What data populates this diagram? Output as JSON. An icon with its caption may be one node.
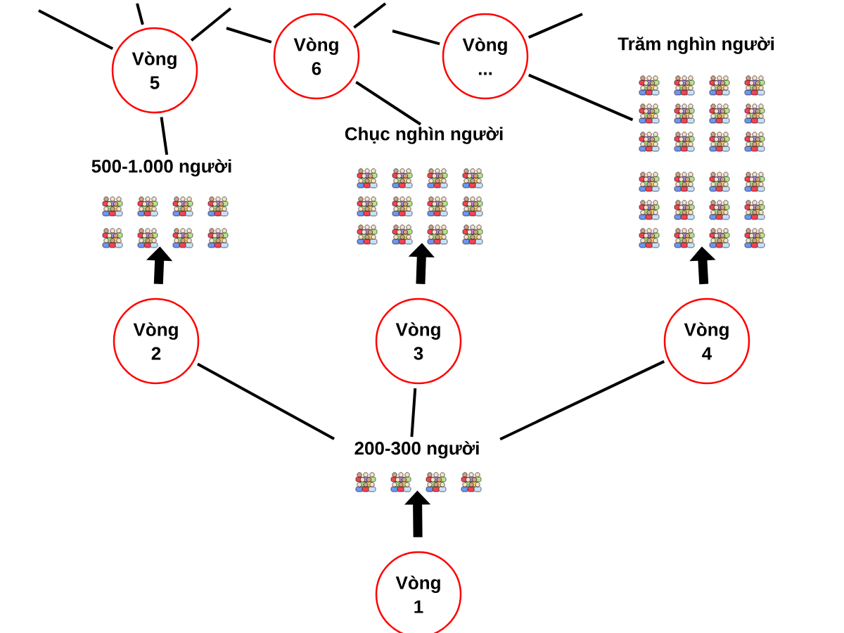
{
  "diagram": {
    "nodes": [
      {
        "text": [
          "Vòng 5"
        ]
      },
      {
        "text": [
          "Vòng 6"
        ]
      },
      {
        "text": [
          "Vòng ..."
        ]
      },
      {
        "text": [
          "500-1.000 người"
        ]
      },
      {
        "text": [
          "Chục nghìn người"
        ]
      },
      {
        "text": [
          "Trăm nghìn người"
        ]
      },
      {
        "text": [
          "Vòng 2"
        ]
      },
      {
        "text": [
          "Vòng 3"
        ]
      },
      {
        "text": [
          "Vòng 4"
        ]
      },
      {
        "text": [
          "200-300 người"
        ]
      },
      {
        "text": [
          "Vòng 1"
        ]
      }
    ],
    "edges": [
      {
        "from": null,
        "to": 0,
        "arrow": "none"
      },
      {
        "from": null,
        "to": 0,
        "arrow": "none"
      },
      {
        "from": null,
        "to": 0,
        "arrow": "none"
      },
      {
        "from": null,
        "to": 1,
        "arrow": "none"
      },
      {
        "from": null,
        "to": 1,
        "arrow": "none"
      },
      {
        "from": null,
        "to": 2,
        "arrow": "none"
      },
      {
        "from": null,
        "to": 2,
        "arrow": "none"
      },
      {
        "from": 3,
        "to": 0,
        "arrow": "none"
      },
      {
        "from": 4,
        "to": 1,
        "arrow": "none"
      },
      {
        "from": 5,
        "to": 2,
        "arrow": "none"
      },
      {
        "from": 10,
        "to": 9,
        "arrow": "to",
        "style": "thick"
      },
      {
        "from": 9,
        "to": 6,
        "arrow": "none"
      },
      {
        "from": 9,
        "to": 7,
        "arrow": "none"
      },
      {
        "from": 9,
        "to": 8,
        "arrow": "none"
      },
      {
        "from": 6,
        "to": 3,
        "arrow": "to",
        "style": "thick"
      },
      {
        "from": 7,
        "to": 4,
        "arrow": "to",
        "style": "thick"
      },
      {
        "from": 8,
        "to": 5,
        "arrow": "to",
        "style": "thick"
      }
    ]
  }
}
